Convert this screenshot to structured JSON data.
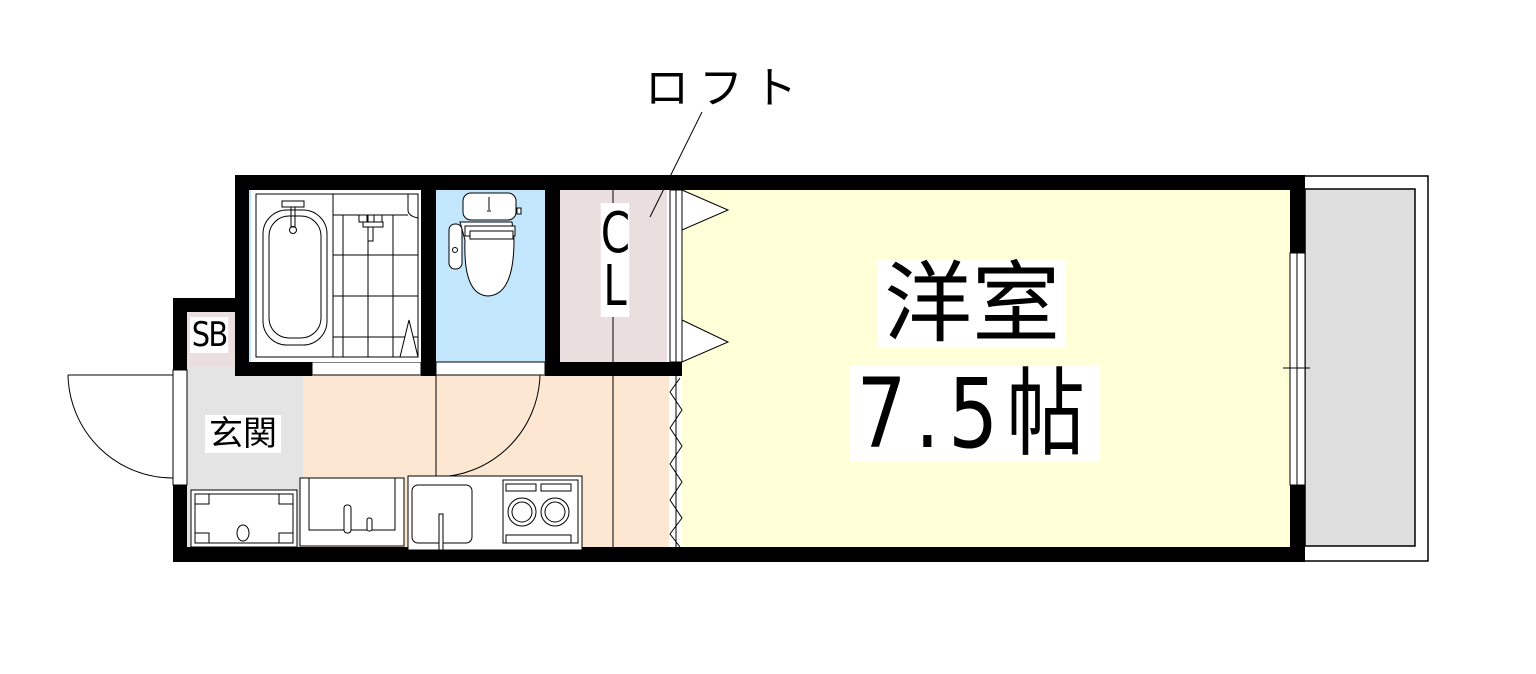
{
  "floorplan": {
    "callout": {
      "label": "ロフト"
    },
    "rooms": {
      "shoe_box": {
        "label": "SB"
      },
      "entrance": {
        "label": "玄関"
      },
      "closet": {
        "label_line1": "C",
        "label_line2": "L"
      },
      "western_room": {
        "name": "洋室",
        "size": "7.5帖"
      }
    },
    "colors": {
      "wall": "#000000",
      "western_room": "#ffffd8",
      "kitchen_floor": "#fce8d2",
      "entrance_floor": "#e4e4e4",
      "toilet": "#c2e6fc",
      "closet": "#eadede",
      "balcony": "#dedede",
      "shoe_box": "#eadede"
    }
  }
}
